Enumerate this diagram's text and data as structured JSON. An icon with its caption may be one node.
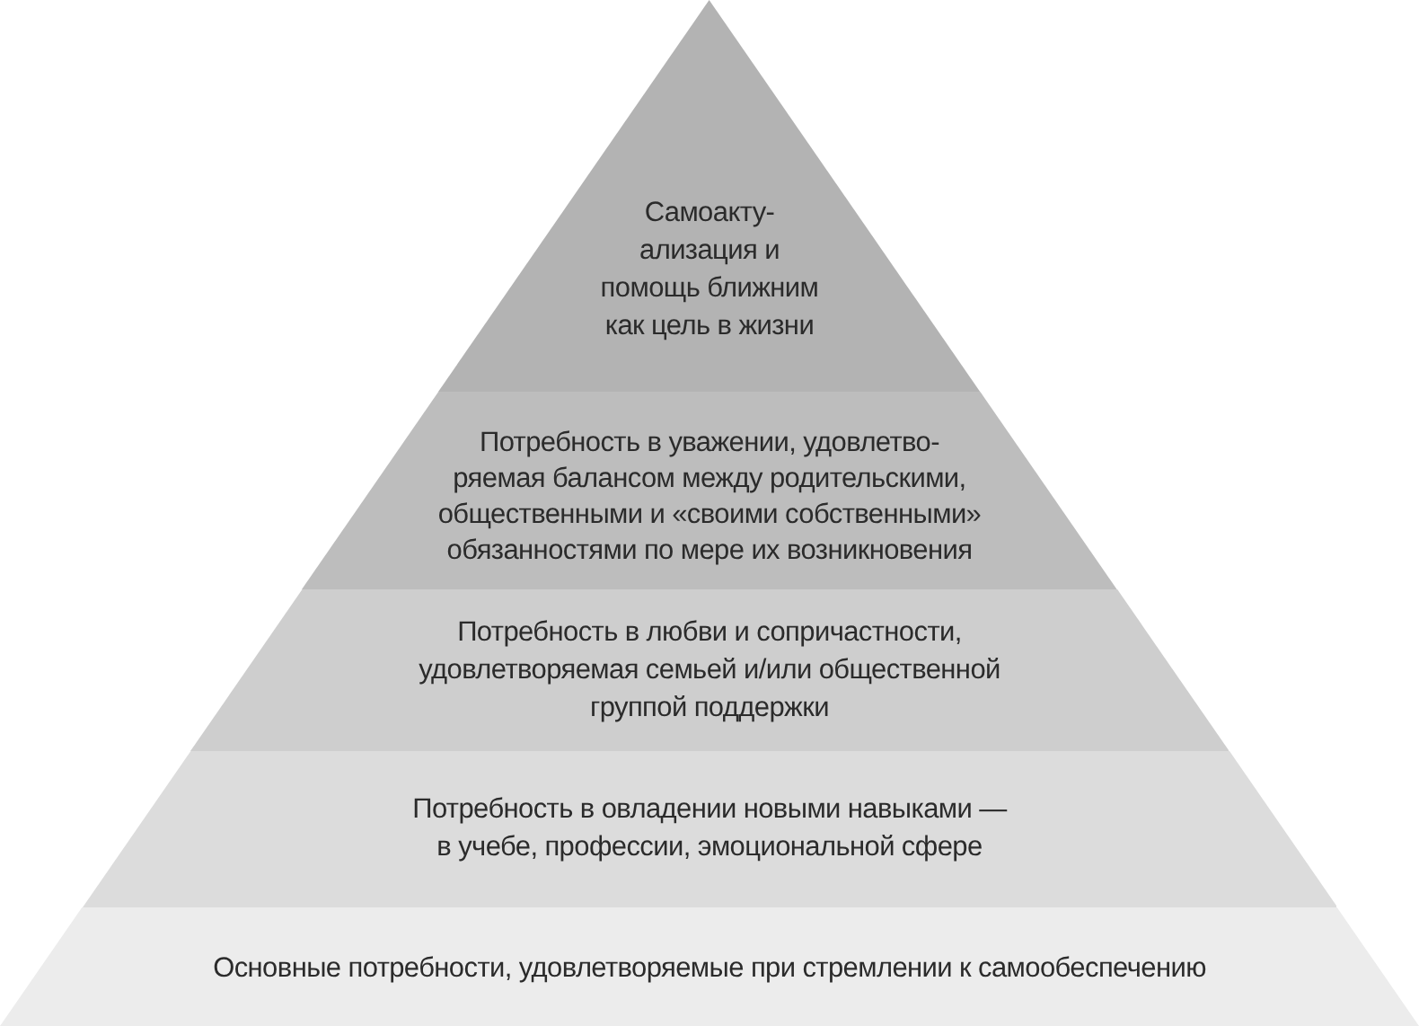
{
  "diagram": {
    "nodes": [
      {
        "text": [
          "Самоакту- ализация и помощь ближним как цель в жизни"
        ]
      },
      {
        "text": [
          "Потребность в уважении, удовлетво- ряемая балансом между родительскими, общественными и «своими собственными» обязанностями по мере их возникновения"
        ]
      },
      {
        "text": [
          "Потребность в любви и сопричастности, удовлетворяемая семьей и/или общественной группой поддержки"
        ]
      },
      {
        "text": [
          "Потребность в овладении новыми навыками — в учебе, профессии, эмоциональной сфере"
        ]
      },
      {
        "text": [
          "Основные потребности, удовлетворяемые при стремлении к самообеспечению"
        ]
      }
    ]
  }
}
